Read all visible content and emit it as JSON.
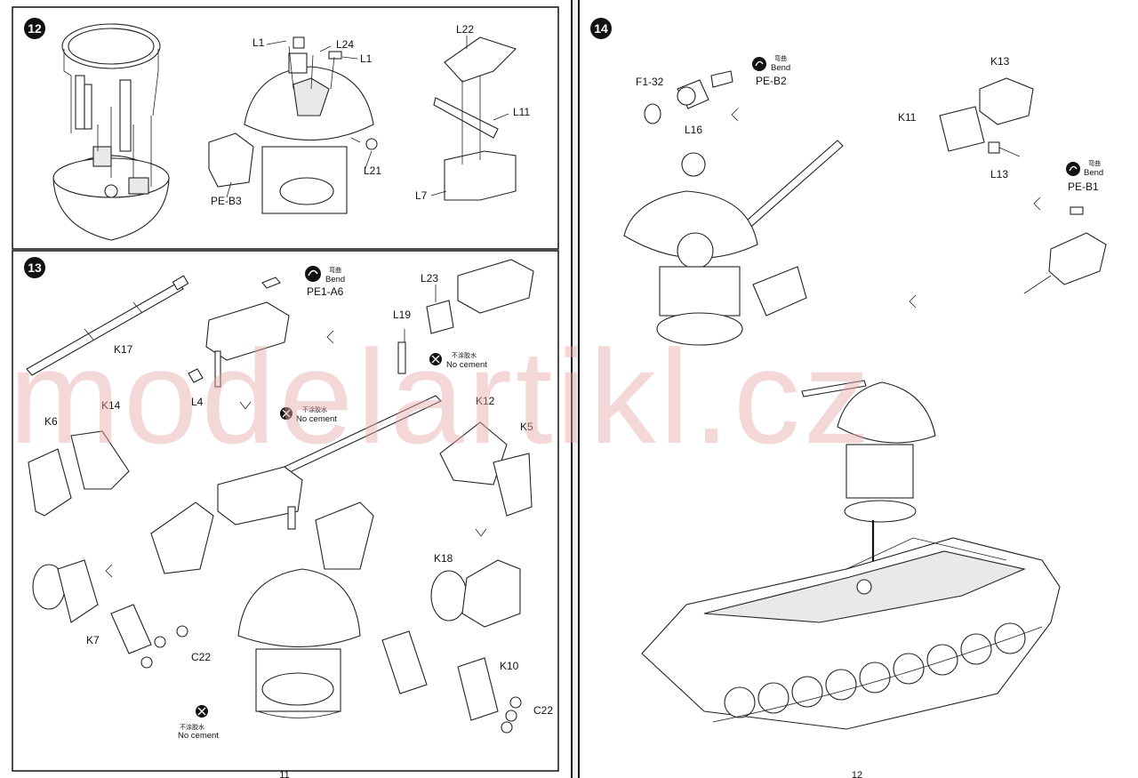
{
  "watermark": "modelartikl.cz",
  "steps": {
    "step12": {
      "number": "12"
    },
    "step13": {
      "number": "13"
    },
    "step14": {
      "number": "14"
    }
  },
  "step12_labels": {
    "l1_a": "L1",
    "l24": "L24",
    "l1_b": "L1",
    "l22": "L22",
    "l11": "L11",
    "l21": "L21",
    "l7": "L7",
    "pe_b3": "PE-B3"
  },
  "step13_labels": {
    "k17": "K17",
    "l4": "L4",
    "bend_cn": "弯曲",
    "bend_en": "Bend",
    "pe1_a6": "PE1-A6",
    "l23": "L23",
    "l19": "L19",
    "nocement1_cn": "不涂胶水",
    "nocement1_en": "No cement",
    "nocement2_cn": "不涂胶水",
    "nocement2_en": "No cement",
    "nocement3_cn": "不涂胶水",
    "nocement3_en": "No cement",
    "k6": "K6",
    "k14": "K14",
    "k12": "K12",
    "k5": "K5",
    "k18": "K18",
    "k7": "K7",
    "c22_a": "C22",
    "k10": "K10",
    "c22_b": "C22"
  },
  "step14_labels": {
    "f1_32": "F1-32",
    "bend1_cn": "弯曲",
    "bend1_en": "Bend",
    "pe_b2": "PE-B2",
    "l16": "L16",
    "k13": "K13",
    "k11": "K11",
    "l13": "L13",
    "bend2_cn": "弯曲",
    "bend2_en": "Bend",
    "pe_b1": "PE-B1"
  },
  "page_numbers": {
    "left": "11",
    "right": "12"
  },
  "icons": {
    "bend": "bend-icon",
    "no_cement": "no-cement-icon",
    "step_arrow": "direction-arrow-icon"
  }
}
